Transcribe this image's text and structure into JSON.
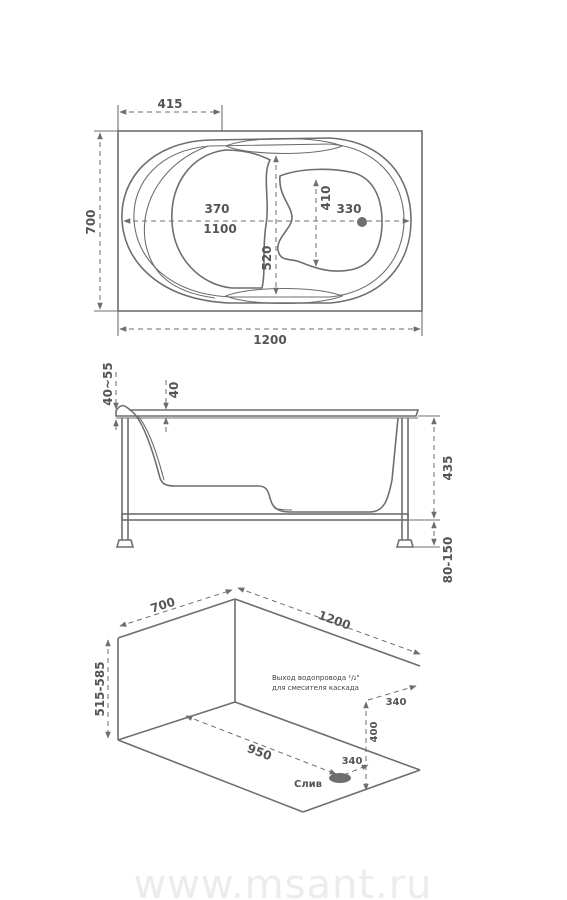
{
  "top_view": {
    "dim_415": "415",
    "dim_700": "700",
    "dim_370": "370",
    "dim_1100": "1100",
    "dim_410": "410",
    "dim_330": "330",
    "dim_520": "520",
    "dim_1200": "1200"
  },
  "side_view": {
    "dim_40_55": "40~55",
    "dim_40": "40",
    "dim_435": "435",
    "dim_80_150": "80-150"
  },
  "iso_view": {
    "dim_700": "700",
    "dim_1200": "1200",
    "dim_515_585": "515-585",
    "dim_950": "950",
    "dim_340_a": "340",
    "dim_340_b": "340",
    "dim_400": "400",
    "note_line1": "Выход водопровода ¹/₂\"",
    "note_line2": "для смесителя каскада",
    "drain_label": "Слив"
  },
  "watermark": "www.msant.ru",
  "colors": {
    "line": "#6e6e6e",
    "text": "#555555",
    "watermark": "#ececec"
  }
}
